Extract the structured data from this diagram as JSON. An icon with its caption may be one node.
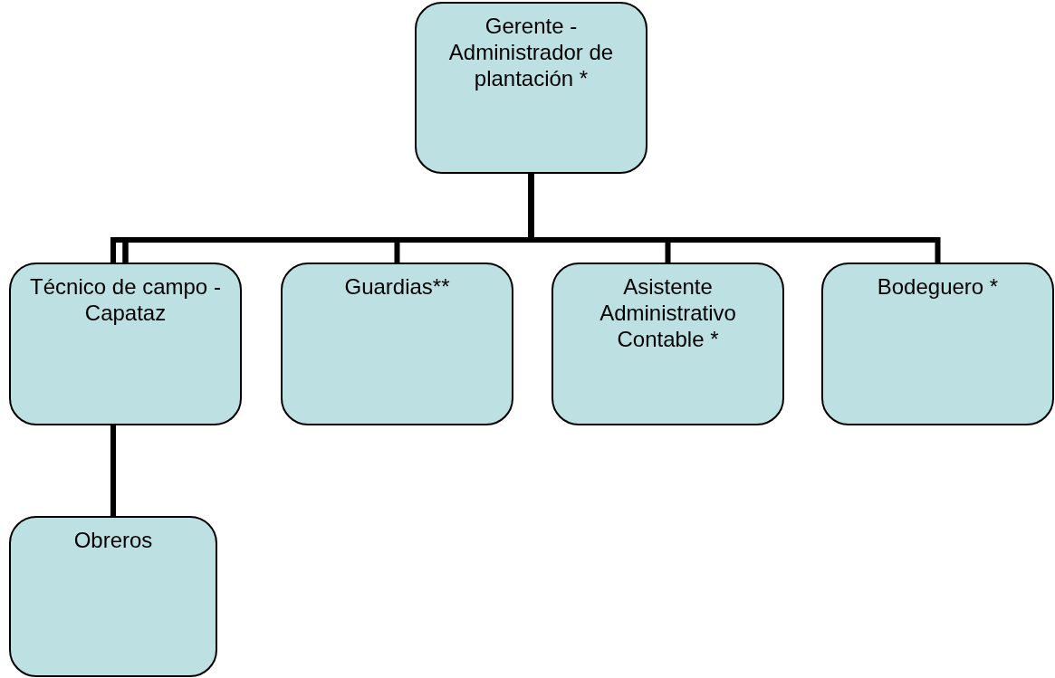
{
  "diagram": {
    "nodes": [
      {
        "text": [
          "Gerente - Administrador de plantación *"
        ]
      },
      {
        "text": [
          "Técnico de campo -Capataz"
        ]
      },
      {
        "text": [
          "Guardias**"
        ]
      },
      {
        "text": [
          "Asistente Administrativo Contable *"
        ]
      },
      {
        "text": [
          "Bodeguero *"
        ]
      },
      {
        "text": [
          "Obreros"
        ]
      }
    ],
    "edges": [
      {
        "from": 0,
        "to": 1,
        "arrow": "none"
      },
      {
        "from": 0,
        "to": 2,
        "arrow": "none"
      },
      {
        "from": 0,
        "to": 3,
        "arrow": "none"
      },
      {
        "from": 0,
        "to": 4,
        "arrow": "none"
      },
      {
        "from": 1,
        "to": 5,
        "arrow": "none"
      }
    ]
  }
}
